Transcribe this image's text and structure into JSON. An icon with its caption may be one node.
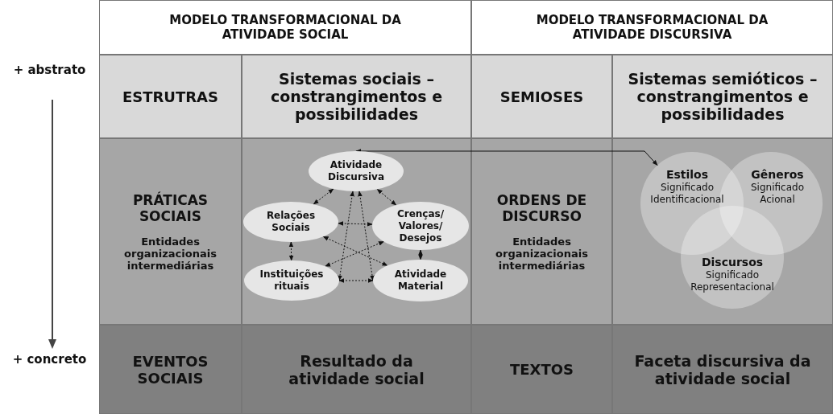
{
  "diagram": {
    "nodes": [
      {
        "text": [
          "Atividade Discursiva"
        ]
      },
      {
        "text": [
          "Relações Sociais"
        ]
      },
      {
        "text": [
          "Crenças/ Valores/ Desejos"
        ]
      },
      {
        "text": [
          "Instituições rituais"
        ]
      },
      {
        "text": [
          "Atividade Material"
        ]
      },
      {
        "text": [
          "Estilos",
          "Significado Identificacional"
        ]
      },
      {
        "text": [
          "Gêneros",
          "Significado Acional"
        ]
      },
      {
        "text": [
          "Discursos",
          "Significado Representacional"
        ]
      }
    ],
    "edges": [
      {
        "from": 0,
        "to": 1,
        "arrow": "both",
        "style": "dashed"
      },
      {
        "from": 0,
        "to": 2,
        "arrow": "both",
        "style": "dashed"
      },
      {
        "from": 1,
        "to": 3,
        "arrow": "both",
        "style": "dashed"
      },
      {
        "from": 2,
        "to": 4,
        "arrow": "both",
        "style": "dashed"
      },
      {
        "from": 1,
        "to": 2,
        "arrow": "both",
        "style": "dashed"
      },
      {
        "from": 3,
        "to": 4,
        "arrow": "both",
        "style": "dashed"
      },
      {
        "from": 0,
        "to": 3,
        "arrow": "both",
        "style": "dashed"
      },
      {
        "from": 0,
        "to": 4,
        "arrow": "both",
        "style": "dashed"
      },
      {
        "from": 1,
        "to": 4,
        "arrow": "both",
        "style": "dashed"
      },
      {
        "from": 2,
        "to": 3,
        "arrow": "both",
        "style": "dashed"
      },
      {
        "from": 0,
        "to": 5,
        "arrow": "both"
      }
    ],
    "labels": [
      "MODELO TRANSFORMACIONAL DA ATIVIDADE SOCIAL",
      "MODELO TRANSFORMACIONAL DA ATIVIDADE DISCURSIVA",
      "+ abstrato",
      "ESTRUTRAS",
      "Sistemas sociais – constrangimentos e possibilidades",
      "SEMIOSES",
      "Sistemas semióticos – constrangimentos e possibilidades",
      "PRÁTICAS SOCIAIS",
      "Entidades organizacionais intermediárias",
      "ORDENS DE DISCURSO",
      "Entidades organizacionais intermediárias",
      "+ concreto",
      "EVENTOS SOCIAIS",
      "Resultado da atividade social",
      "TEXTOS",
      "Faceta discursiva da atividade social"
    ]
  }
}
